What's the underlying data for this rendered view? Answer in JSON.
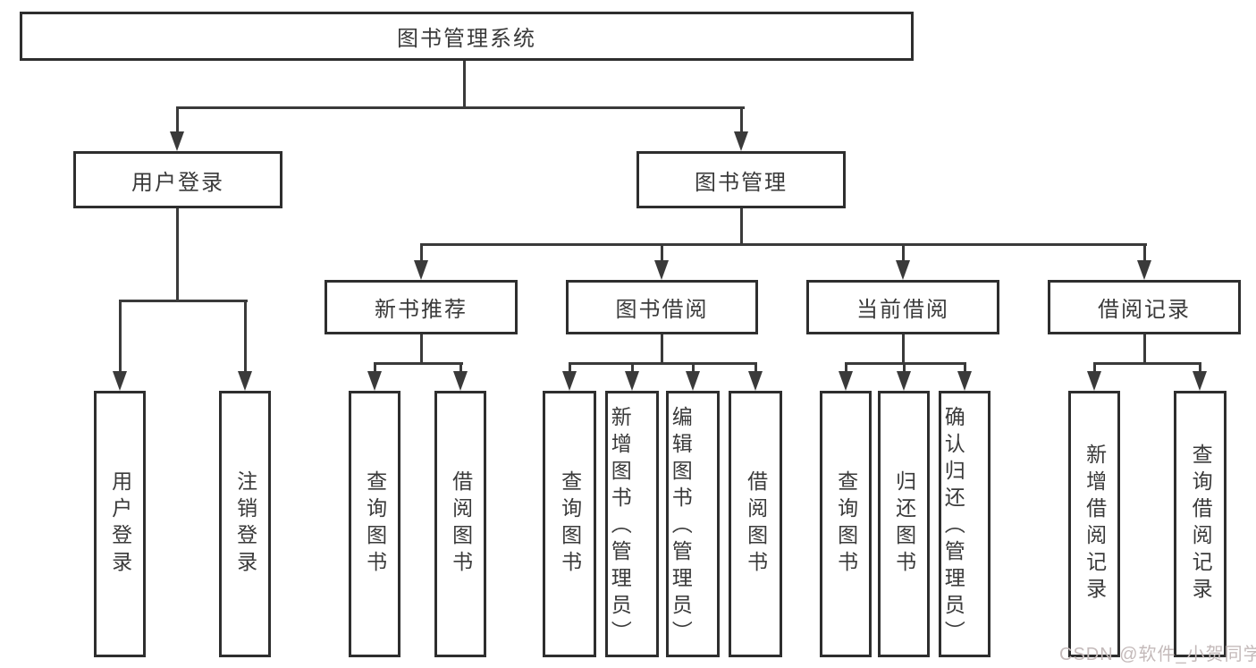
{
  "tree": {
    "label": "图书管理系统",
    "children": [
      {
        "label": "用户登录",
        "children": [
          {
            "label": "用户登录"
          },
          {
            "label": "注销登录"
          }
        ]
      },
      {
        "label": "图书管理",
        "children": [
          {
            "label": "新书推荐",
            "children": [
              {
                "label": "查询图书"
              },
              {
                "label": "借阅图书"
              }
            ]
          },
          {
            "label": "图书借阅",
            "children": [
              {
                "label": "查询图书"
              },
              {
                "label": "新增图书（管理员）"
              },
              {
                "label": "编辑图书（管理员）"
              },
              {
                "label": "借阅图书"
              }
            ]
          },
          {
            "label": "当前借阅",
            "children": [
              {
                "label": "查询图书"
              },
              {
                "label": "归还图书"
              },
              {
                "label": "确认归还（管理员）"
              }
            ]
          },
          {
            "label": "借阅记录",
            "children": [
              {
                "label": "新增借阅记录"
              },
              {
                "label": "查询借阅记录"
              }
            ]
          }
        ]
      }
    ]
  },
  "watermark": "CSDN @软件_小贺同学",
  "colors": {
    "line": "#3a3a3a",
    "box_border": "#2e2e2e",
    "text": "#3a3a3a",
    "watermark": "#c4baba",
    "background": "#ffffff"
  }
}
